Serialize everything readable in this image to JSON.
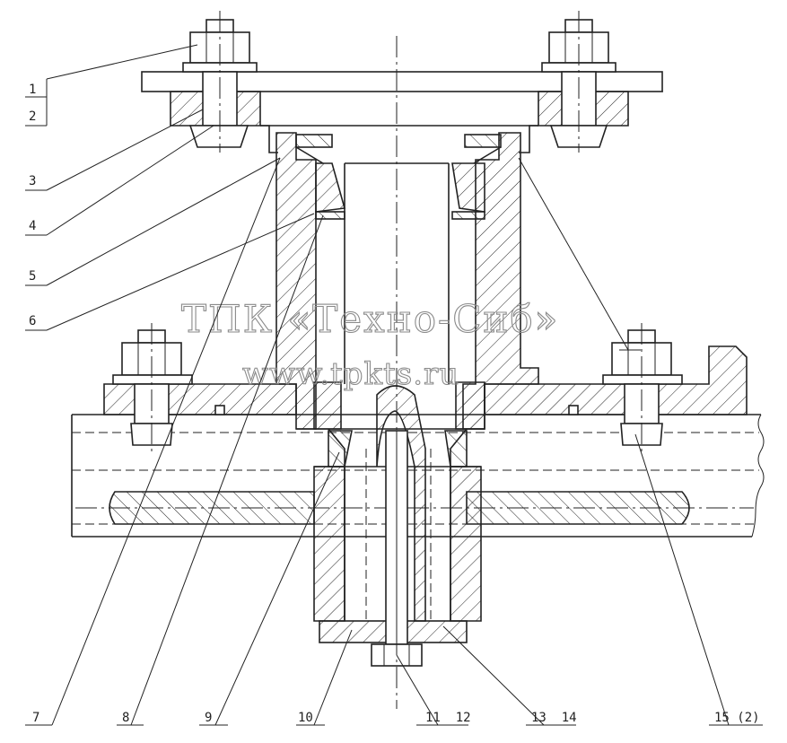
{
  "watermark": {
    "line1": "ТПК «Техно-Сиб»",
    "line2": "www.tpkts.ru"
  },
  "callouts": [
    {
      "id": "1",
      "label": "1"
    },
    {
      "id": "2",
      "label": "2"
    },
    {
      "id": "3",
      "label": "3"
    },
    {
      "id": "4",
      "label": "4"
    },
    {
      "id": "5",
      "label": "5"
    },
    {
      "id": "6",
      "label": "6"
    },
    {
      "id": "7",
      "label": "7"
    },
    {
      "id": "8",
      "label": "8"
    },
    {
      "id": "9",
      "label": "9"
    },
    {
      "id": "10",
      "label": "10"
    },
    {
      "id": "11-12",
      "label": "11  12"
    },
    {
      "id": "13-14",
      "label": "13  14"
    },
    {
      "id": "15",
      "label": "15 (2)"
    }
  ]
}
